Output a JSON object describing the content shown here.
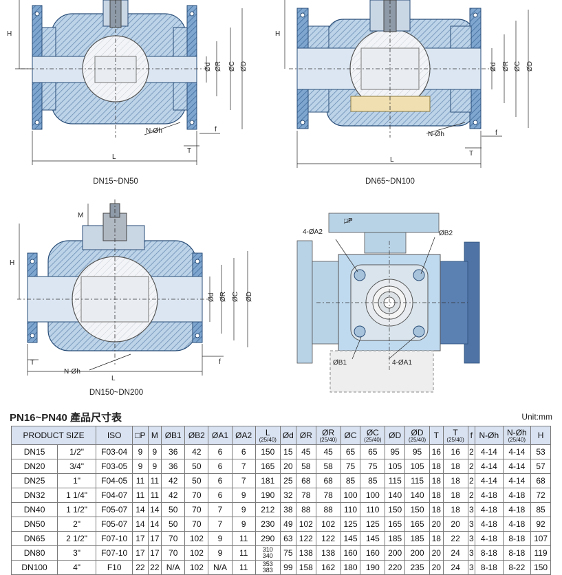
{
  "drawings": {
    "dn15_50": {
      "caption": "DN15~DN50",
      "labels": {
        "H": "H",
        "d": "Ød",
        "R": "ØR",
        "C": "ØC",
        "D": "ØD",
        "L": "L",
        "nh": "N-Øh",
        "T": "T",
        "f": "f"
      }
    },
    "dn65_100": {
      "caption": "DN65~DN100",
      "labels": {
        "H": "H",
        "d": "Ød",
        "R": "ØR",
        "C": "ØC",
        "D": "ØD",
        "L": "L",
        "nh": "N-Øh",
        "T": "T",
        "f": "f"
      }
    },
    "dn150_200": {
      "caption": "DN150~DN200",
      "labels": {
        "H": "H",
        "M": "M",
        "d": "Ød",
        "R": "ØR",
        "C": "ØC",
        "D": "ØD",
        "L": "L",
        "nh": "N-Øh",
        "T": "T",
        "f": "f"
      }
    },
    "top_view": {
      "labels": {
        "a2": "4-ØA2",
        "p": "□P",
        "b2": "ØB2",
        "b1": "ØB1",
        "a1": "4-ØA1"
      }
    }
  },
  "table": {
    "title": "PN16~PN40 產品尺寸表",
    "unit": "Unit:mm",
    "headers": [
      {
        "main": "PRODUCT SIZE",
        "sub": ""
      },
      {
        "main": "ISO",
        "sub": ""
      },
      {
        "main": "□P",
        "sub": ""
      },
      {
        "main": "M",
        "sub": ""
      },
      {
        "main": "ØB1",
        "sub": ""
      },
      {
        "main": "ØB2",
        "sub": ""
      },
      {
        "main": "ØA1",
        "sub": ""
      },
      {
        "main": "ØA2",
        "sub": ""
      },
      {
        "main": "L",
        "sub": "(25/40)"
      },
      {
        "main": "Ød",
        "sub": ""
      },
      {
        "main": "ØR",
        "sub": ""
      },
      {
        "main": "ØR",
        "sub": "(25/40)"
      },
      {
        "main": "ØC",
        "sub": ""
      },
      {
        "main": "ØC",
        "sub": "(25/40)"
      },
      {
        "main": "ØD",
        "sub": ""
      },
      {
        "main": "ØD",
        "sub": "(25/40)"
      },
      {
        "main": "T",
        "sub": ""
      },
      {
        "main": "T",
        "sub": "(25/40)"
      },
      {
        "main": "f",
        "sub": ""
      },
      {
        "main": "N-Øh",
        "sub": ""
      },
      {
        "main": "N-Øh",
        "sub": "(25/40)"
      },
      {
        "main": "H",
        "sub": ""
      }
    ],
    "rows": [
      [
        "DN15",
        "1/2\"",
        "F03-04",
        "9",
        "9",
        "36",
        "42",
        "6",
        "6",
        "150",
        "15",
        "45",
        "45",
        "65",
        "65",
        "95",
        "95",
        "16",
        "16",
        "2",
        "4-14",
        "4-14",
        "53"
      ],
      [
        "DN20",
        "3/4\"",
        "F03-05",
        "9",
        "9",
        "36",
        "50",
        "6",
        "7",
        "165",
        "20",
        "58",
        "58",
        "75",
        "75",
        "105",
        "105",
        "18",
        "18",
        "2",
        "4-14",
        "4-14",
        "57"
      ],
      [
        "DN25",
        "1\"",
        "F04-05",
        "11",
        "11",
        "42",
        "50",
        "6",
        "7",
        "181",
        "25",
        "68",
        "68",
        "85",
        "85",
        "115",
        "115",
        "18",
        "18",
        "2",
        "4-14",
        "4-14",
        "68"
      ],
      [
        "DN32",
        "1 1/4\"",
        "F04-07",
        "11",
        "11",
        "42",
        "70",
        "6",
        "9",
        "190",
        "32",
        "78",
        "78",
        "100",
        "100",
        "140",
        "140",
        "18",
        "18",
        "2",
        "4-18",
        "4-18",
        "72"
      ],
      [
        "DN40",
        "1 1/2\"",
        "F05-07",
        "14",
        "14",
        "50",
        "70",
        "7",
        "9",
        "212",
        "38",
        "88",
        "88",
        "110",
        "110",
        "150",
        "150",
        "18",
        "18",
        "3",
        "4-18",
        "4-18",
        "85"
      ],
      [
        "DN50",
        "2\"",
        "F05-07",
        "14",
        "14",
        "50",
        "70",
        "7",
        "9",
        "230",
        "49",
        "102",
        "102",
        "125",
        "125",
        "165",
        "165",
        "20",
        "20",
        "3",
        "4-18",
        "4-18",
        "92"
      ],
      [
        "DN65",
        "2 1/2\"",
        "F07-10",
        "17",
        "17",
        "70",
        "102",
        "9",
        "11",
        "290",
        "63",
        "122",
        "122",
        "145",
        "145",
        "185",
        "185",
        "18",
        "22",
        "3",
        "4-18",
        "8-18",
        "107"
      ],
      [
        "DN80",
        "3\"",
        "F07-10",
        "17",
        "17",
        "70",
        "102",
        "9",
        "11",
        "310/340",
        "75",
        "138",
        "138",
        "160",
        "160",
        "200",
        "200",
        "20",
        "24",
        "3",
        "8-18",
        "8-18",
        "119"
      ],
      [
        "DN100",
        "4\"",
        "F10",
        "22",
        "22",
        "N/A",
        "102",
        "N/A",
        "11",
        "353/383",
        "99",
        "158",
        "162",
        "180",
        "190",
        "220",
        "235",
        "20",
        "24",
        "3",
        "8-18",
        "8-22",
        "150"
      ]
    ]
  }
}
